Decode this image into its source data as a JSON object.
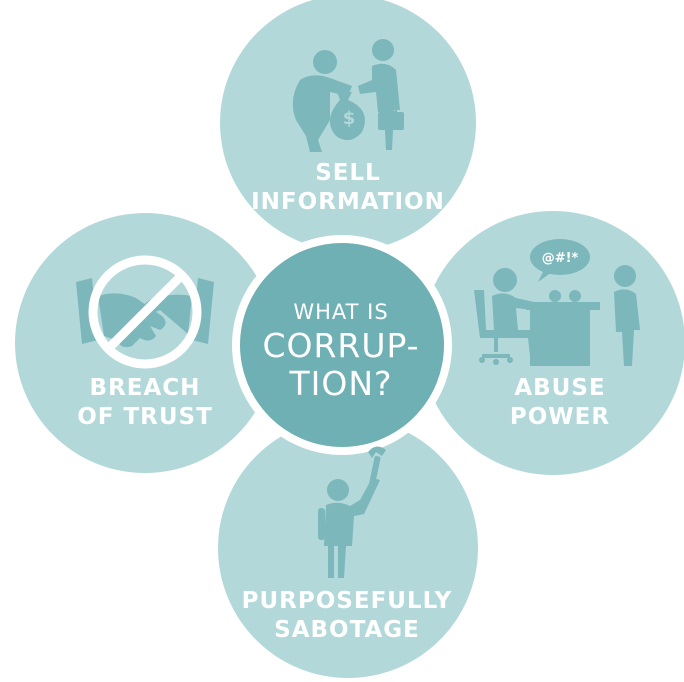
{
  "colors": {
    "petal": "#b3d8da",
    "icon": "#7bb7bb",
    "center": "#6fb0b4",
    "ring": "#ffffff",
    "text": "#ffffff"
  },
  "center": {
    "line1": "WHAT IS",
    "line2": "CORRUP-",
    "line3": "TION?"
  },
  "petals": {
    "top": {
      "line1": "SELL",
      "line2": "INFORMATION",
      "icon": "bribe-money-bag-icon"
    },
    "left": {
      "line1": "BREACH",
      "line2": "OF TRUST",
      "icon": "no-handshake-icon"
    },
    "right": {
      "line1": "ABUSE",
      "line2": "POWER",
      "icon": "boss-shouting-desk-icon"
    },
    "bottom": {
      "line1": "PURPOSEFULLY",
      "line2": "SABOTAGE",
      "icon": "person-wrench-icon"
    }
  },
  "speech_bubble": "@#!*",
  "money_symbol": "$"
}
